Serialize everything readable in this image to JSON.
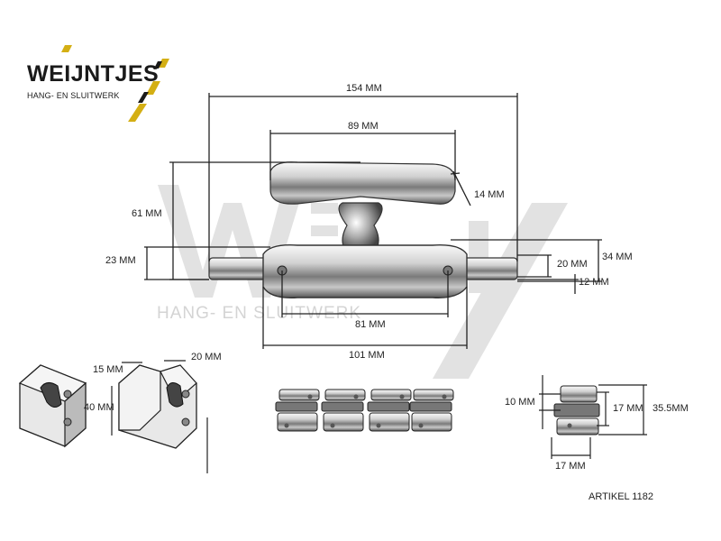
{
  "logo": {
    "brand": "WEIJNTJES",
    "subtitle": "HANG- EN SLUITWERK",
    "accent_color": "#d4af14"
  },
  "watermark": {
    "subtitle": "HANG- EN SLUITWERK",
    "color": "#d4d4d4"
  },
  "dimensions": {
    "overall_width": "154 MM",
    "handle_width": "89 MM",
    "handle_thickness": "14 MM",
    "total_height": "61 MM",
    "base_height": "23 MM",
    "bar_height": "20 MM",
    "base_total_height": "34 MM",
    "bar_offset": "12 MM",
    "hole_spacing": "81 MM",
    "plate_length": "101 MM"
  },
  "keeper_dimensions": {
    "depth": "15 MM",
    "width": "20 MM",
    "height": "40 MM"
  },
  "clip_dimensions": {
    "clip_height": "10 MM",
    "inner_height": "17 MM",
    "total_height": "35.5MM",
    "width": "17 MM"
  },
  "article": "ARTIKEL 1182"
}
